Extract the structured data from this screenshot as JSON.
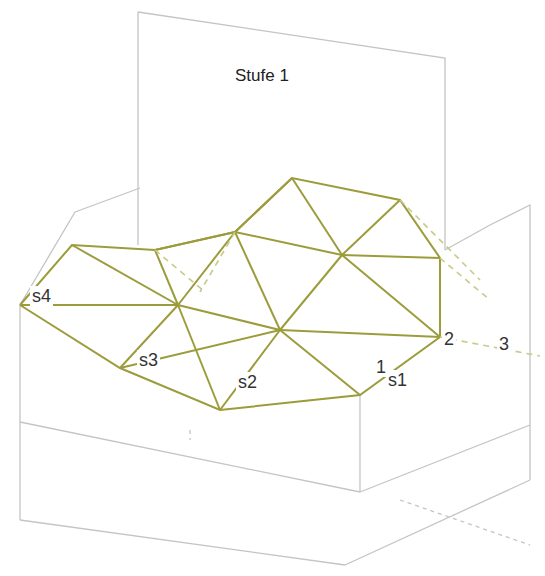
{
  "diagram": {
    "title": "Stufe 1",
    "labels": [
      "s4",
      "s3",
      "s2",
      "1",
      "s1",
      "2",
      "3"
    ]
  }
}
